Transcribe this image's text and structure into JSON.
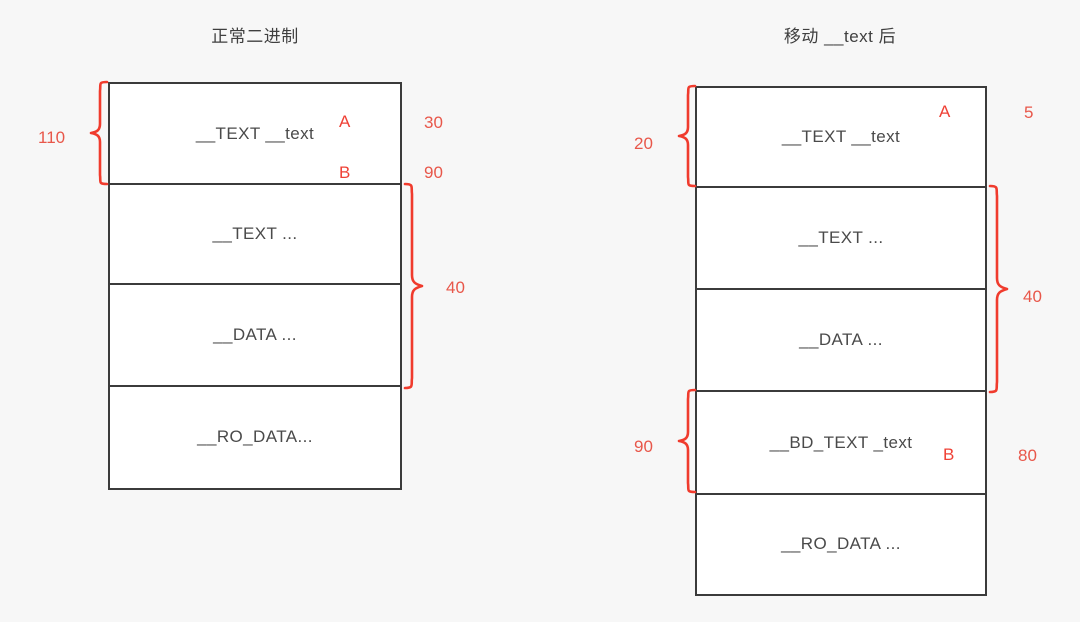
{
  "panels": [
    {
      "id": "left",
      "title": "正常二进制",
      "segments": [
        {
          "label": "__TEXT __text",
          "inner_marker": "A",
          "inner_marker_2": "B",
          "right_value": "30",
          "right_value_2": "90"
        },
        {
          "label": "__TEXT ..."
        },
        {
          "label": "__DATA ..."
        },
        {
          "label": "__RO_DATA..."
        }
      ],
      "left_brace": {
        "value": "110"
      },
      "right_brace": {
        "value": "40"
      }
    },
    {
      "id": "right",
      "title": "移动 __text 后",
      "segments": [
        {
          "label": "__TEXT __text",
          "inner_marker": "A",
          "right_value": "5"
        },
        {
          "label": "__TEXT ..."
        },
        {
          "label": "__DATA ..."
        },
        {
          "label": "__BD_TEXT _text",
          "inner_marker": "B",
          "right_value": "80"
        },
        {
          "label": "__RO_DATA ..."
        }
      ],
      "left_brace_top": {
        "value": "20"
      },
      "left_brace_bottom": {
        "value": "90"
      },
      "right_brace": {
        "value": "40"
      }
    }
  ],
  "colors": {
    "accent_red": "#f03b2d",
    "label_gray": "#4a4a4a",
    "box_border": "#3b3b3b",
    "background": "#f7f7f7"
  }
}
